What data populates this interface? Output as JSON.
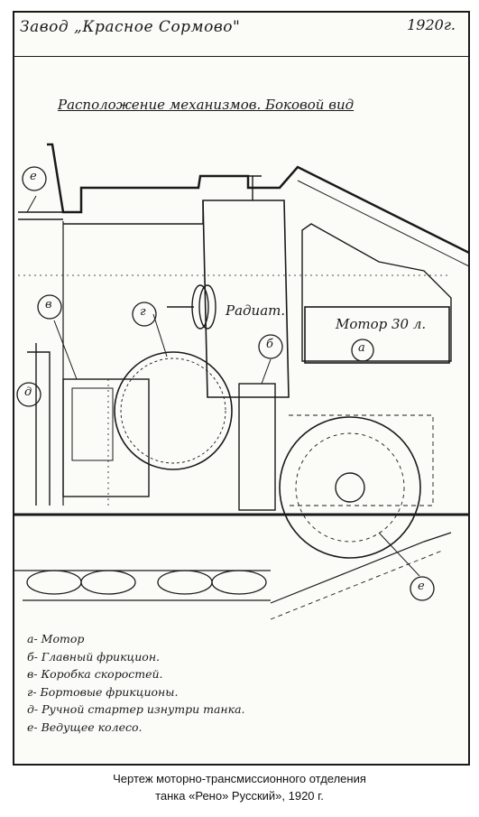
{
  "header": {
    "plant": "Завод „Красное Сормово\"",
    "year": "1920г."
  },
  "drawing": {
    "title": "Расположение механизмов. Боковой вид",
    "labels": {
      "radiator": "Радиат.",
      "motor": "Мотор 30 л.",
      "motor_mark": "а",
      "gearbox_mark": "в",
      "side_clutch_mark": "г",
      "main_clutch_mark": "б",
      "starter_mark": "д",
      "drive_wheel_mark_top": "е",
      "drive_wheel_mark_bottom": "е"
    }
  },
  "legend": [
    "а- Мотор",
    "б- Главный фрикцион.",
    "в- Коробка скоростей.",
    "г- Бортовые фрикционы.",
    "д- Ручной стартер изнутри танка.",
    "е- Ведущее колесо."
  ],
  "caption": {
    "line1": "Чертеж моторно-трансмиссионного отделения",
    "line2": "танка «Рено» Русский», 1920 г."
  }
}
